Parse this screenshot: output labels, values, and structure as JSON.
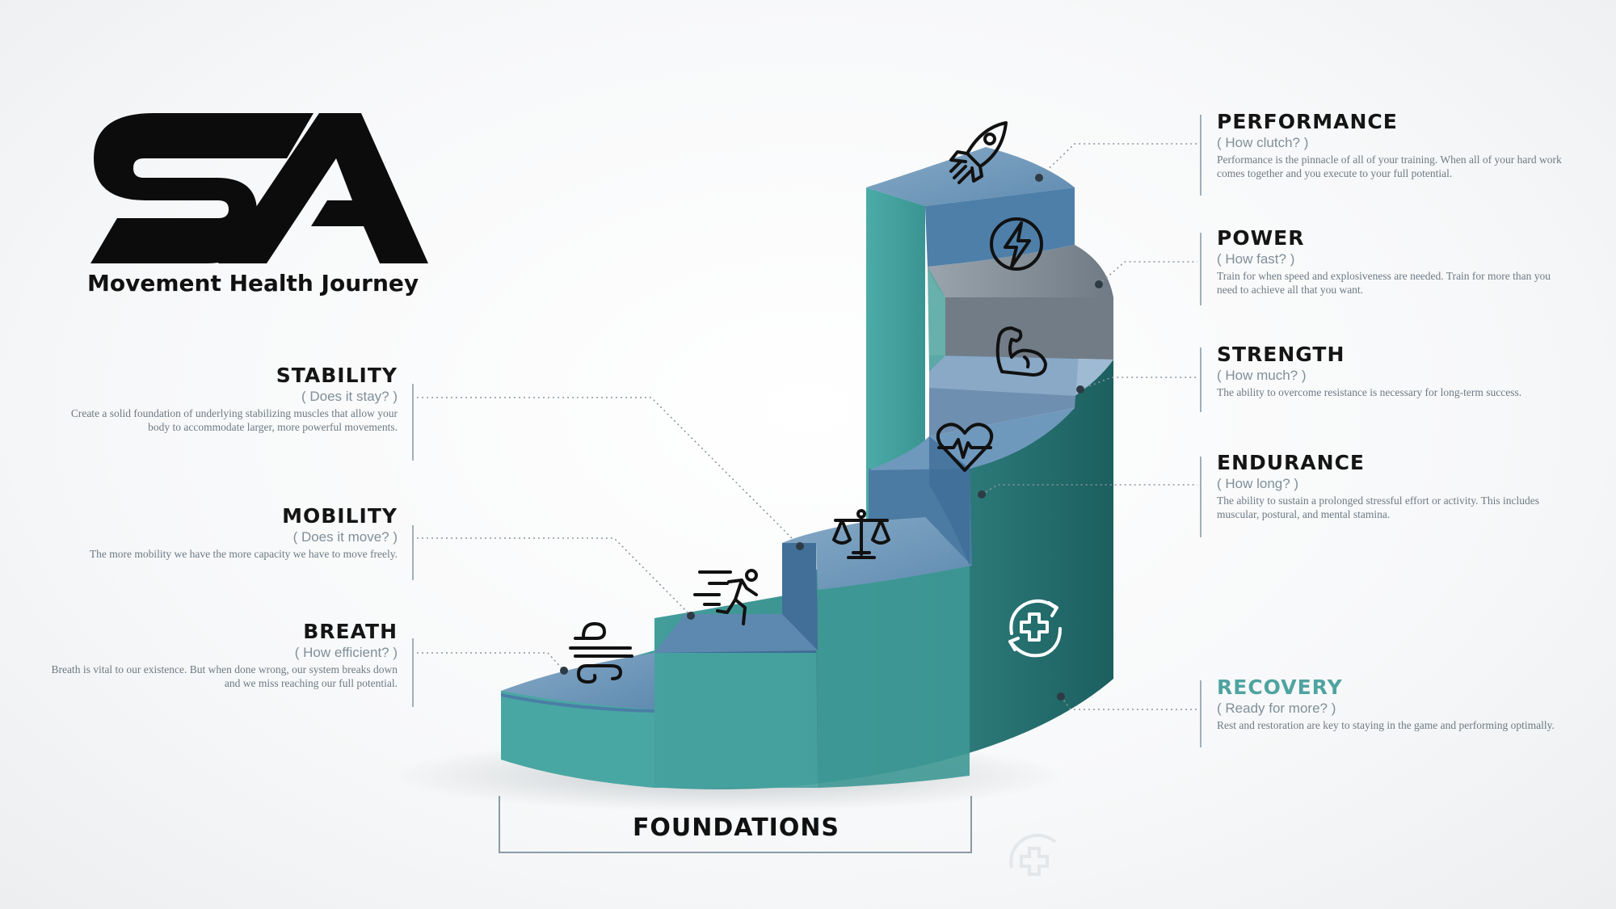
{
  "logo": {
    "letters": "SA",
    "subtitle": "Movement Health Journey"
  },
  "foundations_label": "FOUNDATIONS",
  "steps": {
    "performance": {
      "title": "PERFORMANCE",
      "question": "( How clutch? )",
      "description": "Performance is the pinnacle of all of your training. When all of your hard work comes together and you execute to your full potential.",
      "icon": "rocket-icon"
    },
    "power": {
      "title": "POWER",
      "question": "( How fast? )",
      "description": "Train for when speed and explosiveness are needed. Train for more than you need to achieve all that you want.",
      "icon": "lightning-icon"
    },
    "strength": {
      "title": "STRENGTH",
      "question": "( How much? )",
      "description": "The ability to overcome resistance is necessary for long-term success.",
      "icon": "flexed-arm-icon"
    },
    "endurance": {
      "title": "ENDURANCE",
      "question": "( How long? )",
      "description": "The ability to sustain a prolonged stressful effort or activity. This includes muscular, postural, and mental stamina.",
      "icon": "heartbeat-icon"
    },
    "recovery": {
      "title": "RECOVERY",
      "question": "( Ready for more? )",
      "description": "Rest and restoration are key to staying in the game and performing optimally.",
      "icon": "recovery-cross-icon"
    },
    "stability": {
      "title": "STABILITY",
      "question": "( Does it stay? )",
      "description": "Create a solid foundation of underlying stabilizing muscles that allow your body to accommodate larger, more powerful movements.",
      "icon": "balance-scale-icon"
    },
    "mobility": {
      "title": "MOBILITY",
      "question": "( Does it move? )",
      "description": "The more mobility we have the more capacity we have to move freely.",
      "icon": "runner-icon"
    },
    "breath": {
      "title": "BREATH",
      "question": "( How efficient? )",
      "description": "Breath is vital to our existence. But when done wrong, our system breaks down and we miss reaching our full potential.",
      "icon": "wind-icon"
    }
  },
  "colors": {
    "teal": "#4aa6a3",
    "teal_dark": "#1f6664",
    "steel_blue": "#5d8fb8",
    "gray_step": "#7c8790",
    "recovery_accent": "#4fa3a0"
  }
}
